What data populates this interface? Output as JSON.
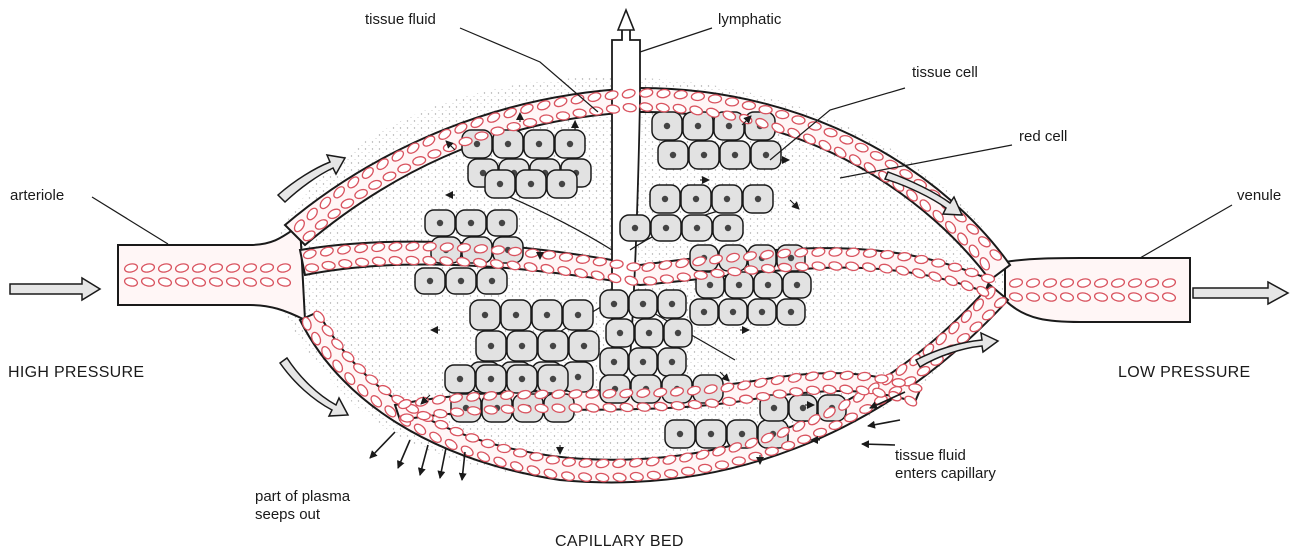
{
  "labels": {
    "tissue_fluid_top": "tissue fluid",
    "lymphatic": "lymphatic",
    "tissue_cell": "tissue cell",
    "red_cell": "red cell",
    "arteriole": "arteriole",
    "venule": "venule",
    "high_pressure": "HIGH PRESSURE",
    "low_pressure": "LOW PRESSURE",
    "part_of_plasma": "part of plasma\nseeps out",
    "tissue_fluid_enters": "tissue fluid\nenters capillary",
    "capillary_bed": "CAPILLARY BED"
  },
  "colors": {
    "ink": "#1a1a1a",
    "red_cell": "#d9535f",
    "vessel_fill": "#fff6f6",
    "cell_fill": "#e2e2e2",
    "arrow_fill": "#e6e6e6"
  }
}
